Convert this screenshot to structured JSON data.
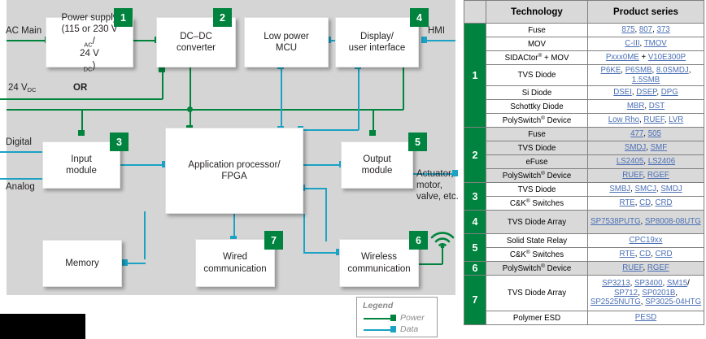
{
  "diagram": {
    "blocks": [
      {
        "id": "power-supply",
        "label": "Power supply\n(115 or 230 VAC/\n24 VDC)",
        "badge": "1"
      },
      {
        "id": "dcdc",
        "label": "DC–DC\nconverter",
        "badge": "2"
      },
      {
        "id": "lpmcu",
        "label": "Low power\nMCU",
        "badge": null
      },
      {
        "id": "display",
        "label": "Display/\nuser interface",
        "badge": "4"
      },
      {
        "id": "input",
        "label": "Input\nmodule",
        "badge": "3"
      },
      {
        "id": "appproc",
        "label": "Application processor/\nFPGA",
        "badge": null
      },
      {
        "id": "output",
        "label": "Output\nmodule",
        "badge": "5"
      },
      {
        "id": "memory",
        "label": "Memory",
        "badge": null
      },
      {
        "id": "wired",
        "label": "Wired\ncommunication",
        "badge": "7"
      },
      {
        "id": "wireless",
        "label": "Wireless\ncommunication",
        "badge": "6"
      }
    ],
    "block_text": {
      "power_supply_l1": "Power supply",
      "power_supply_l2": "(115 or 230 V",
      "power_supply_l2b": "AC",
      "power_supply_l2c": "/",
      "power_supply_l3": "24 V",
      "power_supply_l3b": "DC",
      "power_supply_l3c": ")",
      "dcdc_l1": "DC–DC",
      "dcdc_l2": "converter",
      "lpmcu_l1": "Low power",
      "lpmcu_l2": "MCU",
      "display_l1": "Display/",
      "display_l2": "user interface",
      "input_l1": "Input",
      "input_l2": "module",
      "app_l1": "Application processor/",
      "app_l2": "FPGA",
      "output_l1": "Output",
      "output_l2": "module",
      "memory_l1": "Memory",
      "wired_l1": "Wired",
      "wired_l2": "communication",
      "wireless_l1": "Wireless",
      "wireless_l2": "communication"
    },
    "badges": {
      "b1": "1",
      "b2": "2",
      "b3": "3",
      "b4": "4",
      "b5": "5",
      "b6": "6",
      "b7": "7"
    },
    "io_labels": {
      "ac_main": "AC Main",
      "v24dc": "24 V",
      "v24dc_sub": "DC",
      "or": "OR",
      "hmi": "HMI",
      "digital": "Digital",
      "analog": "Analog",
      "actuator_l1": "Actuator,",
      "actuator_l2": "motor,",
      "actuator_l3": "valve, etc."
    },
    "legend": {
      "title": "Legend",
      "power": "Power",
      "data": "Data"
    },
    "colors": {
      "power": "#00843d",
      "data": "#1ba2c4",
      "badge": "#00833e",
      "panel": "#d5d5d5"
    }
  },
  "table": {
    "headers": {
      "blank": "",
      "technology": "Technology",
      "product_series": "Product series"
    },
    "groups": [
      {
        "num": "1",
        "shaded": false,
        "rows": [
          {
            "tech": "Fuse",
            "tech_sup": "",
            "tech_tail": "",
            "products": [
              [
                "875",
                ","
              ],
              [
                "807",
                ","
              ],
              [
                "373",
                ""
              ]
            ]
          },
          {
            "tech": "MOV",
            "tech_sup": "",
            "tech_tail": "",
            "products": [
              [
                "C-III",
                ","
              ],
              [
                "TMOV",
                ""
              ]
            ]
          },
          {
            "tech": "SIDACtor",
            "tech_sup": "®",
            "tech_tail": " + MOV",
            "products": [
              [
                "Pxxx0ME",
                " + "
              ],
              [
                "V10E300P",
                ""
              ]
            ]
          },
          {
            "tech": "TVS Diode",
            "tech_sup": "",
            "tech_tail": "",
            "products": [
              [
                "P6KE",
                ","
              ],
              [
                "P6SMB",
                ","
              ],
              [
                "8.0SMDJ",
                ","
              ],
              [
                "1.5SMB",
                ""
              ]
            ]
          },
          {
            "tech": "Si Diode",
            "tech_sup": "",
            "tech_tail": "",
            "products": [
              [
                "DSEI",
                ","
              ],
              [
                "DSEP",
                ","
              ],
              [
                "DPG",
                ""
              ]
            ]
          },
          {
            "tech": "Schottky Diode",
            "tech_sup": "",
            "tech_tail": "",
            "products": [
              [
                "MBR",
                ","
              ],
              [
                "DST",
                ""
              ]
            ]
          },
          {
            "tech": "PolySwitch",
            "tech_sup": "®",
            "tech_tail": " Device",
            "products": [
              [
                "Low Rho",
                ","
              ],
              [
                "RUEF",
                ","
              ],
              [
                "LVR",
                ""
              ]
            ]
          }
        ]
      },
      {
        "num": "2",
        "shaded": true,
        "rows": [
          {
            "tech": "Fuse",
            "tech_sup": "",
            "tech_tail": "",
            "products": [
              [
                "477",
                ","
              ],
              [
                "505",
                ""
              ]
            ]
          },
          {
            "tech": "TVS Diode",
            "tech_sup": "",
            "tech_tail": "",
            "products": [
              [
                "SMDJ",
                ","
              ],
              [
                "SMF",
                ""
              ]
            ]
          },
          {
            "tech": "eFuse",
            "tech_sup": "",
            "tech_tail": "",
            "products": [
              [
                "LS2405",
                ","
              ],
              [
                "LS2406",
                ""
              ]
            ]
          },
          {
            "tech": "PolySwitch",
            "tech_sup": "®",
            "tech_tail": " Device",
            "products": [
              [
                "RUEF",
                ","
              ],
              [
                "RGEF",
                ""
              ]
            ]
          }
        ]
      },
      {
        "num": "3",
        "shaded": false,
        "rows": [
          {
            "tech": "TVS Diode",
            "tech_sup": "",
            "tech_tail": "",
            "products": [
              [
                "SMBJ",
                ","
              ],
              [
                "SMCJ",
                ","
              ],
              [
                "SMDJ",
                ""
              ]
            ]
          },
          {
            "tech": "C&K",
            "tech_sup": "®",
            "tech_tail": " Switches",
            "products": [
              [
                "RTE",
                ","
              ],
              [
                "CD",
                ","
              ],
              [
                "CRD",
                ""
              ]
            ]
          }
        ]
      },
      {
        "num": "4",
        "shaded": true,
        "rows": [
          {
            "tech": "TVS Diode Array",
            "tech_sup": "",
            "tech_tail": "",
            "products": [
              [
                "SP7538PUTG",
                ","
              ],
              [
                "SP8008-08UTG",
                ""
              ]
            ]
          }
        ]
      },
      {
        "num": "5",
        "shaded": false,
        "rows": [
          {
            "tech": "Solid State Relay",
            "tech_sup": "",
            "tech_tail": "",
            "products": [
              [
                "CPC19xx",
                ""
              ]
            ]
          },
          {
            "tech": "C&K",
            "tech_sup": "®",
            "tech_tail": " Switches",
            "products": [
              [
                "RTE",
                ","
              ],
              [
                "CD",
                ","
              ],
              [
                "CRD",
                ""
              ]
            ]
          }
        ]
      },
      {
        "num": "6",
        "shaded": true,
        "rows": [
          {
            "tech": "PolySwitch",
            "tech_sup": "®",
            "tech_tail": " Device",
            "products": [
              [
                "RUEF",
                ","
              ],
              [
                "RGEF",
                ""
              ]
            ]
          }
        ]
      },
      {
        "num": "7",
        "shaded": false,
        "rows": [
          {
            "tech": "TVS Diode Array",
            "tech_sup": "",
            "tech_tail": "",
            "products": [
              [
                "SP3213",
                ","
              ],
              [
                "SP3400",
                ","
              ],
              [
                "SM15",
                "/"
              ],
              [
                "SP712",
                ","
              ],
              [
                "SP0201B",
                ","
              ],
              [
                "SP2525NUTG",
                ","
              ],
              [
                "SP3025-04HTG",
                ""
              ]
            ]
          },
          {
            "tech": "Polymer ESD",
            "tech_sup": "",
            "tech_tail": "",
            "products": [
              [
                "PESD",
                ""
              ]
            ]
          }
        ]
      }
    ]
  }
}
